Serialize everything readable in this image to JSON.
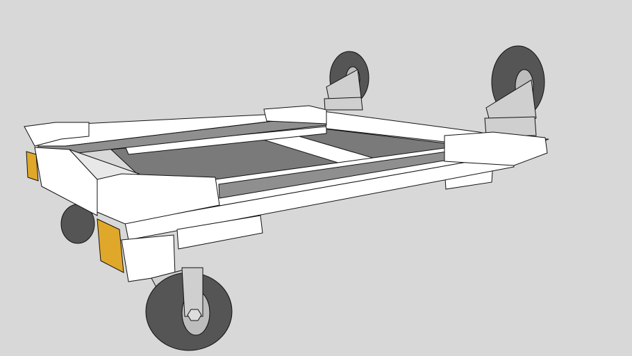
{
  "colors": {
    "background": "#d8d8d8",
    "wood_top": "#ffffff",
    "wood_shadow": "#8f8f8f",
    "brass_hinge": "#e0a82a",
    "tire": "#555555",
    "metal": "#cfcfcf"
  },
  "objects": [
    "cart-frame",
    "caster-wheel-back-left",
    "caster-wheel-back-right",
    "caster-wheel-front",
    "caster-wheel-left-hidden",
    "brass-hinge-left",
    "brass-hinge-front"
  ]
}
